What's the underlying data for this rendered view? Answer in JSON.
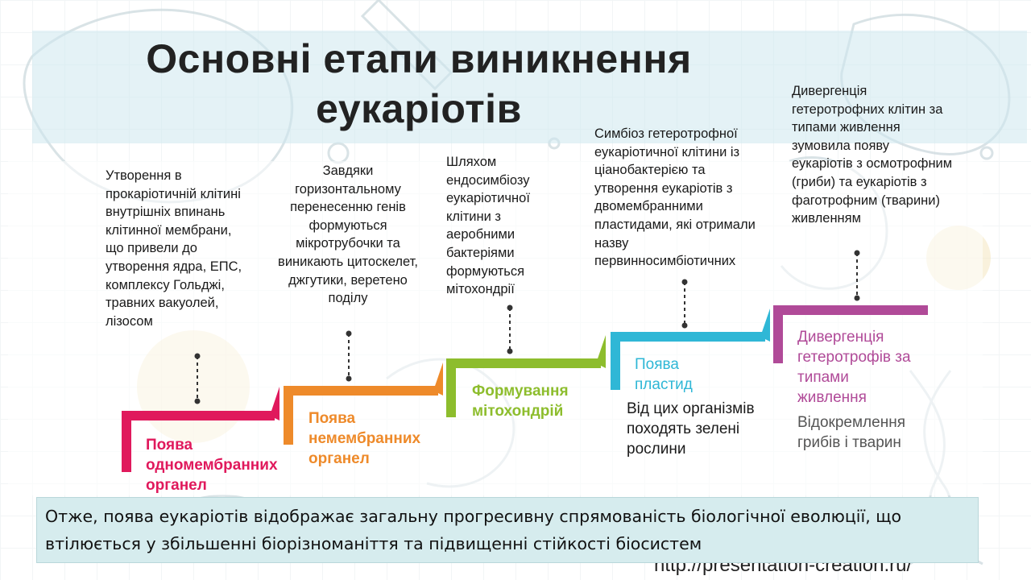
{
  "slide": {
    "title_lines": [
      "Основні етапи виникнення",
      "еукаріотів"
    ],
    "source": "http://presentation-creation.ru/"
  },
  "stages": [
    {
      "description": "Утворення в прокаріотичній клітині внутрішніх впинань клітинної мембрани, що привели до утворення ядра, ЕПС, комплексу Гольджі, травних вакуолей, лізосом",
      "title": "Поява одномембранних органел",
      "note": "",
      "color": "#e0195c"
    },
    {
      "description": "Завдяки горизонтальному перенесенню генів формуються мікротрубочки та виникають цитоскелет, джгутики, веретено поділу",
      "title": "Поява немембранних органел",
      "note": "",
      "color": "#ee8a2a"
    },
    {
      "description": "Шляхом ендосимбіозу еукаріотичної клітини з аеробними бактеріями формуються мітохондрії",
      "title": "Формування мітохондрій",
      "note": "",
      "color": "#8dbd2d"
    },
    {
      "description": "Симбіоз гетеротрофної еукаріотичної клітини із ціанобактерією та утворення еукаріотів з двомембранними пластидами, які отримали назву первинносимбіотичних",
      "title": "Поява пластид",
      "note": "Від цих організмів походять зелені рослини",
      "color": "#2fb7d6"
    },
    {
      "description": "Дивергенція гетеротрофних клітин за типами живлення зумовила появу еукаріотів з осмотрофним (гриби) та еукаріотів з фаготрофним (тварини) живленням",
      "title": "Дивергенція гетеротрофів за типами живлення",
      "note": "Відокремлення грибів і тварин",
      "color": "#b04a98"
    }
  ],
  "conclusion": "Отже, поява еукаріотів відображає загальну прогресивну спрямованість біологічної еволюції, що втілюється у збільшенні біорізноманіття та підвищенні стійкості біосистем"
}
